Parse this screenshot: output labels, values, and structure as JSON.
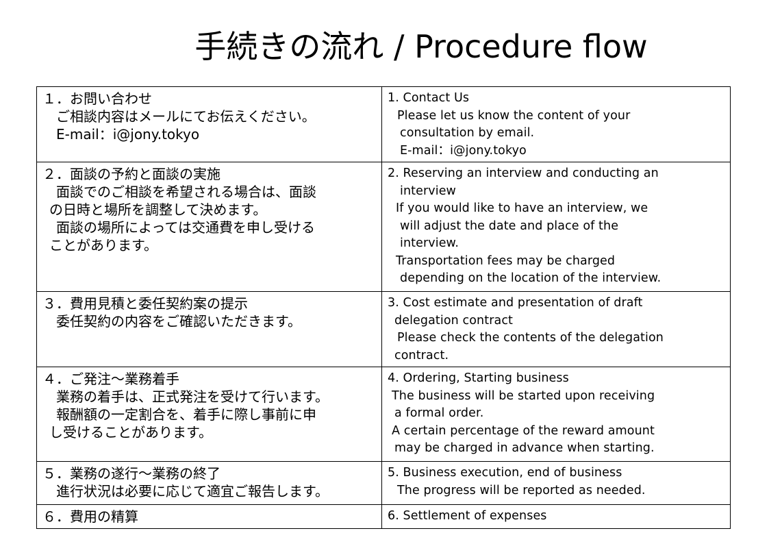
{
  "title": "手続きの流れ / Procedure flow",
  "rows": [
    {
      "ja": [
        "１．お問い合わせ",
        "ご相談内容はメールにてお伝えください。",
        "E-mail：i@jony.tokyo"
      ],
      "en": [
        "1. Contact Us",
        "Please let us know the content of your",
        "consultation by email.",
        "E-mail：i@jony.tokyo"
      ]
    },
    {
      "ja": [
        "２．面談の予約と面談の実施",
        "面談でのご相談を希望される場合は、面談",
        "の日時と場所を調整して決めます。",
        "面談の場所によっては交通費を申し受ける",
        "ことがあります。"
      ],
      "en": [
        "2. Reserving an interview and conducting an",
        "interview",
        "If you would like to have an interview, we",
        "will adjust the date and place of the",
        "interview.",
        "Transportation fees may be charged",
        "depending on the location of the interview."
      ]
    },
    {
      "ja": [
        "３．費用見積と委任契約案の提示",
        "委任契約の内容をご確認いただきます。"
      ],
      "en": [
        "3. Cost estimate and presentation of draft",
        "delegation contract",
        "Please check the contents of the delegation",
        "contract."
      ]
    },
    {
      "ja": [
        "４．ご発注～業務着手",
        "業務の着手は、正式発注を受けて行います。",
        "報酬額の一定割合を、着手に際し事前に申",
        "し受けることがあります。"
      ],
      "en": [
        "4. Ordering, Starting business",
        "The business will be started upon receiving",
        "a formal order.",
        "A certain percentage of the reward amount",
        "may be charged in advance when starting."
      ]
    },
    {
      "ja": [
        "５．業務の遂行～業務の終了",
        "進行状況は必要に応じて適宜ご報告します。"
      ],
      "en": [
        "5. Business execution, end of business",
        "The progress will be reported as needed."
      ]
    },
    {
      "ja": [
        "６．費用の精算"
      ],
      "en": [
        "6. Settlement of expenses"
      ]
    }
  ]
}
